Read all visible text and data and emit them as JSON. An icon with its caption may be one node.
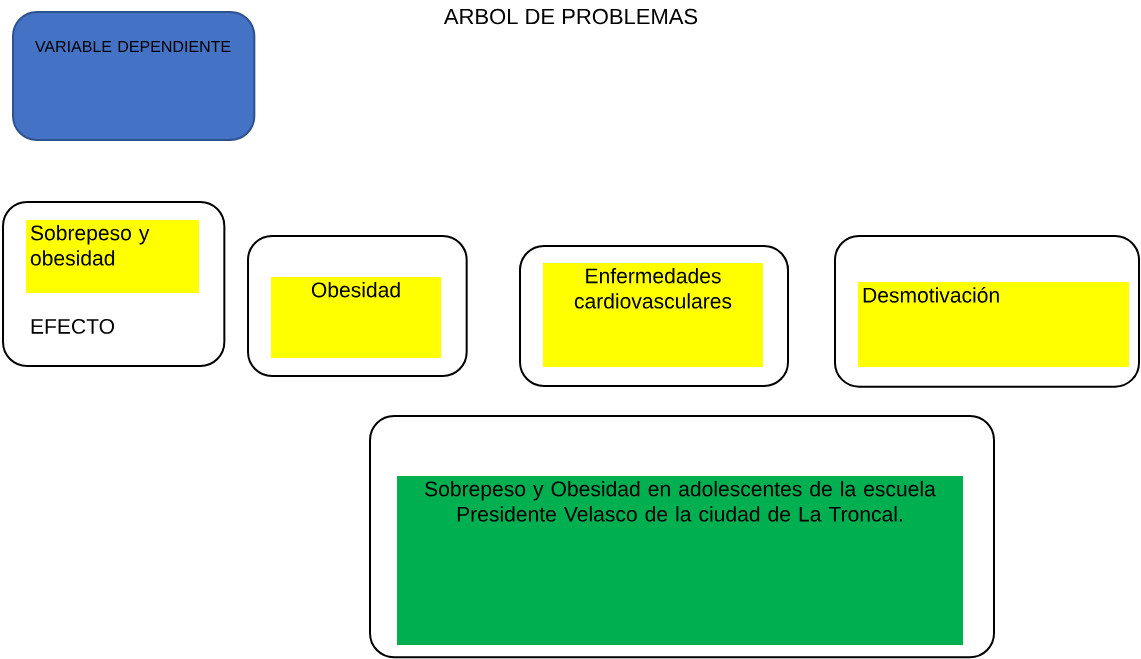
{
  "diagram": {
    "title": "ARBOL DE PROBLEMAS",
    "nodes": [
      {
        "text": [
          "VARIABLE DEPENDIENTE"
        ]
      },
      {
        "text": [
          "Sobrepeso y obesidad",
          "EFECTO"
        ]
      },
      {
        "text": [
          "Obesidad"
        ]
      },
      {
        "text": [
          "Enfermedades cardiovasculares"
        ]
      },
      {
        "text": [
          "Desmotivación"
        ]
      },
      {
        "text": [
          "Sobrepeso y Obesidad en adolescentes de la escuela Presidente Velasco de la ciudad de La Troncal."
        ]
      }
    ]
  }
}
